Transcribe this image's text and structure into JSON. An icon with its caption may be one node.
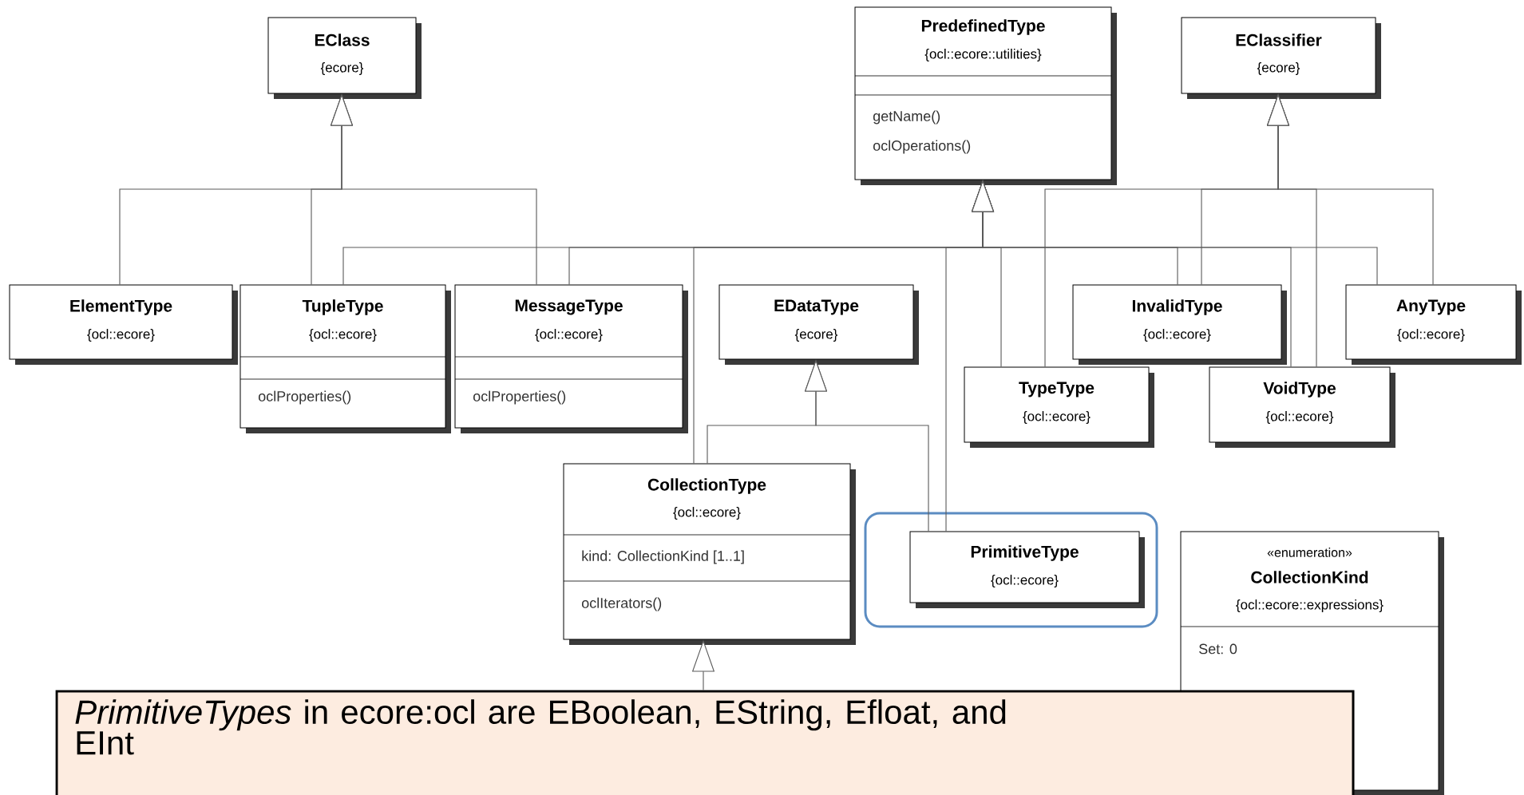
{
  "diagram": {
    "nodes": [
      {
        "text": [
          "EClass",
          "{ecore}"
        ]
      },
      {
        "text": [
          "PredefinedType",
          "{ocl::ecore::utilities}",
          "getName()",
          "oclOperations()"
        ]
      },
      {
        "text": [
          "EClassifier",
          "{ecore}"
        ]
      },
      {
        "text": [
          "ElementType",
          "{ocl::ecore}"
        ]
      },
      {
        "text": [
          "TupleType",
          "{ocl::ecore}",
          "oclProperties()"
        ]
      },
      {
        "text": [
          "MessageType",
          "{ocl::ecore}",
          "oclProperties()"
        ]
      },
      {
        "text": [
          "EDataType",
          "{ecore}"
        ]
      },
      {
        "text": [
          "InvalidType",
          "{ocl::ecore}"
        ]
      },
      {
        "text": [
          "AnyType",
          "{ocl::ecore}"
        ]
      },
      {
        "text": [
          "TypeType",
          "{ocl::ecore}"
        ]
      },
      {
        "text": [
          "VoidType",
          "{ocl::ecore}"
        ]
      },
      {
        "text": [
          "CollectionType",
          "{ocl::ecore}",
          "kind: CollectionKind [1..1]",
          "oclIterators()"
        ]
      },
      {
        "text": [],
        "shape": "box"
      },
      {
        "text": [
          "PrimitiveType",
          "{ocl::ecore}"
        ],
        "in": 12
      },
      {
        "text": [
          "«enumeration»",
          "CollectionKind",
          "{ocl::ecore::expressions}",
          "Set: 0"
        ]
      },
      {
        "text": [
          "*PrimitiveTypes* in ecore:ocl are EBoolean, EString, Efloat, and EInt"
        ]
      }
    ],
    "edges": [
      {
        "from": 3,
        "to": 0,
        "arrow": "to"
      },
      {
        "from": 4,
        "to": 0,
        "arrow": "to"
      },
      {
        "from": 5,
        "to": 0,
        "arrow": "to"
      },
      {
        "from": 4,
        "to": 1,
        "arrow": "to"
      },
      {
        "from": 5,
        "to": 1,
        "arrow": "to"
      },
      {
        "from": 11,
        "to": 1,
        "arrow": "to"
      },
      {
        "from": 13,
        "to": 1,
        "arrow": "to"
      },
      {
        "from": 9,
        "to": 1,
        "arrow": "to"
      },
      {
        "from": 7,
        "to": 1,
        "arrow": "to"
      },
      {
        "from": 10,
        "to": 1,
        "arrow": "to"
      },
      {
        "from": 8,
        "to": 1,
        "arrow": "to"
      },
      {
        "from": 9,
        "to": 2,
        "arrow": "to"
      },
      {
        "from": 7,
        "to": 2,
        "arrow": "to"
      },
      {
        "from": 10,
        "to": 2,
        "arrow": "to"
      },
      {
        "from": 8,
        "to": 2,
        "arrow": "to"
      },
      {
        "from": 11,
        "to": 6,
        "arrow": "to"
      },
      {
        "from": 13,
        "to": 6,
        "arrow": "to"
      },
      {
        "from": 15,
        "to": 11,
        "arrow": "to"
      }
    ]
  }
}
